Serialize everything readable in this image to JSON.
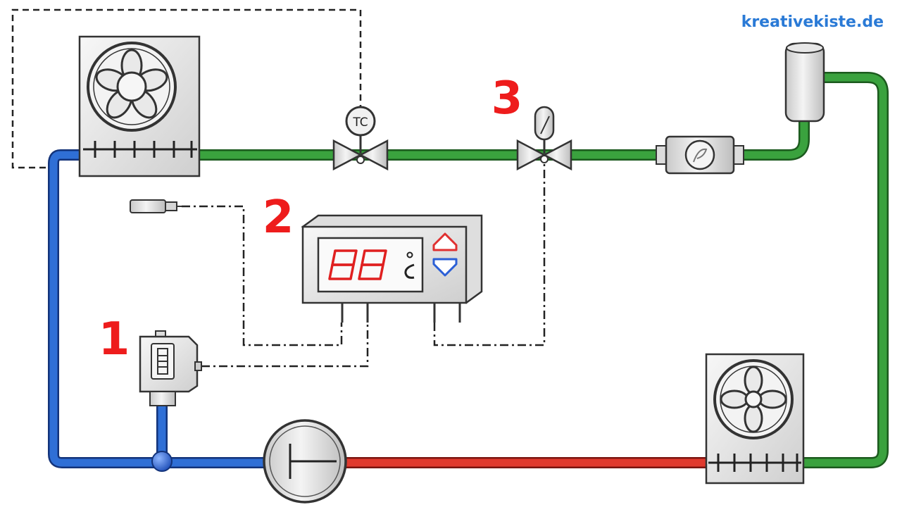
{
  "watermark": "kreativekiste.de",
  "markers": [
    "1",
    "2",
    "3"
  ],
  "tc_label": "TC",
  "colors": {
    "suction_line": "#2f6fd6",
    "discharge_line": "#e03a2e",
    "liquid_line": "#3aa23e",
    "marker_text": "#ee1c1c",
    "watermark_text": "#2a7ad6",
    "display_digits": "#e02020",
    "up_button": "#e03030",
    "down_button": "#2b5fd6"
  },
  "icons": [
    "fan-icon",
    "compressor-icon",
    "valve-icon",
    "sight-glass-icon",
    "receiver-icon",
    "sensor-icon"
  ]
}
